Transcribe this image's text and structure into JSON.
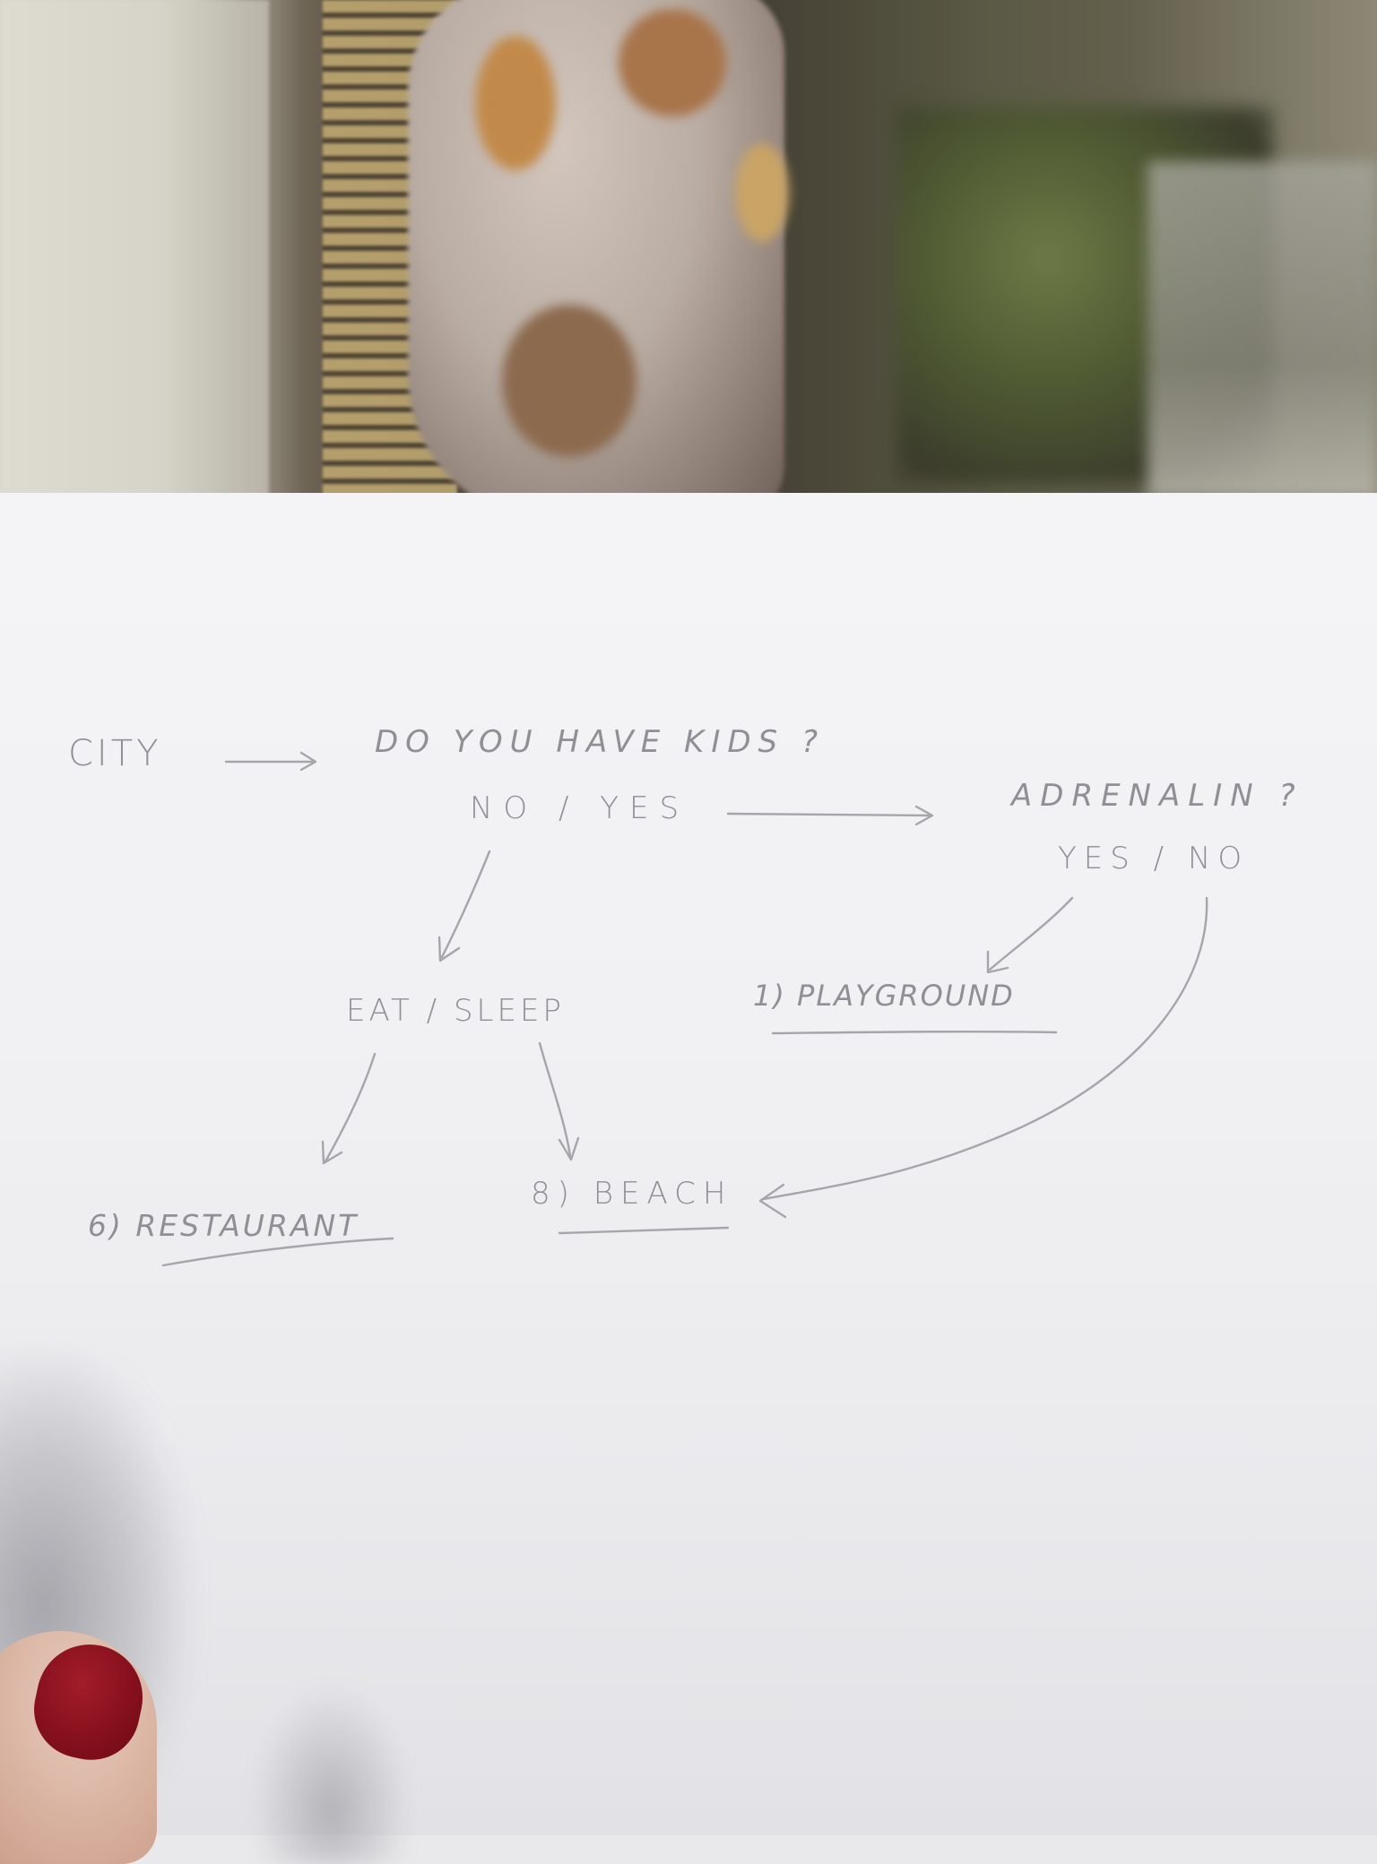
{
  "diagram": {
    "nodes": {
      "city": "CITY",
      "kids_question": "DO YOU HAVE KIDS ?",
      "kids_answers": "NO / YES",
      "adrenalin_question": "ADRENALIN ?",
      "adrenalin_answers": "YES / NO",
      "eat_sleep": "EAT / SLEEP",
      "playground": "1) PLAYGROUND",
      "restaurant": "6) RESTAURANT",
      "beach": "8) BEACH"
    },
    "edges": [
      {
        "from": "CITY",
        "to": "DO YOU HAVE KIDS ?"
      },
      {
        "from": "YES",
        "to": "ADRENALIN ?"
      },
      {
        "from": "NO",
        "to": "EAT / SLEEP"
      },
      {
        "from": "YES",
        "to": "1) PLAYGROUND"
      },
      {
        "from": "NO",
        "to": "8) BEACH"
      },
      {
        "from": "EAT / SLEEP",
        "to": "6) RESTAURANT"
      },
      {
        "from": "EAT / SLEEP",
        "to": "8) BEACH"
      }
    ],
    "ink_color": "#8f8f95"
  }
}
